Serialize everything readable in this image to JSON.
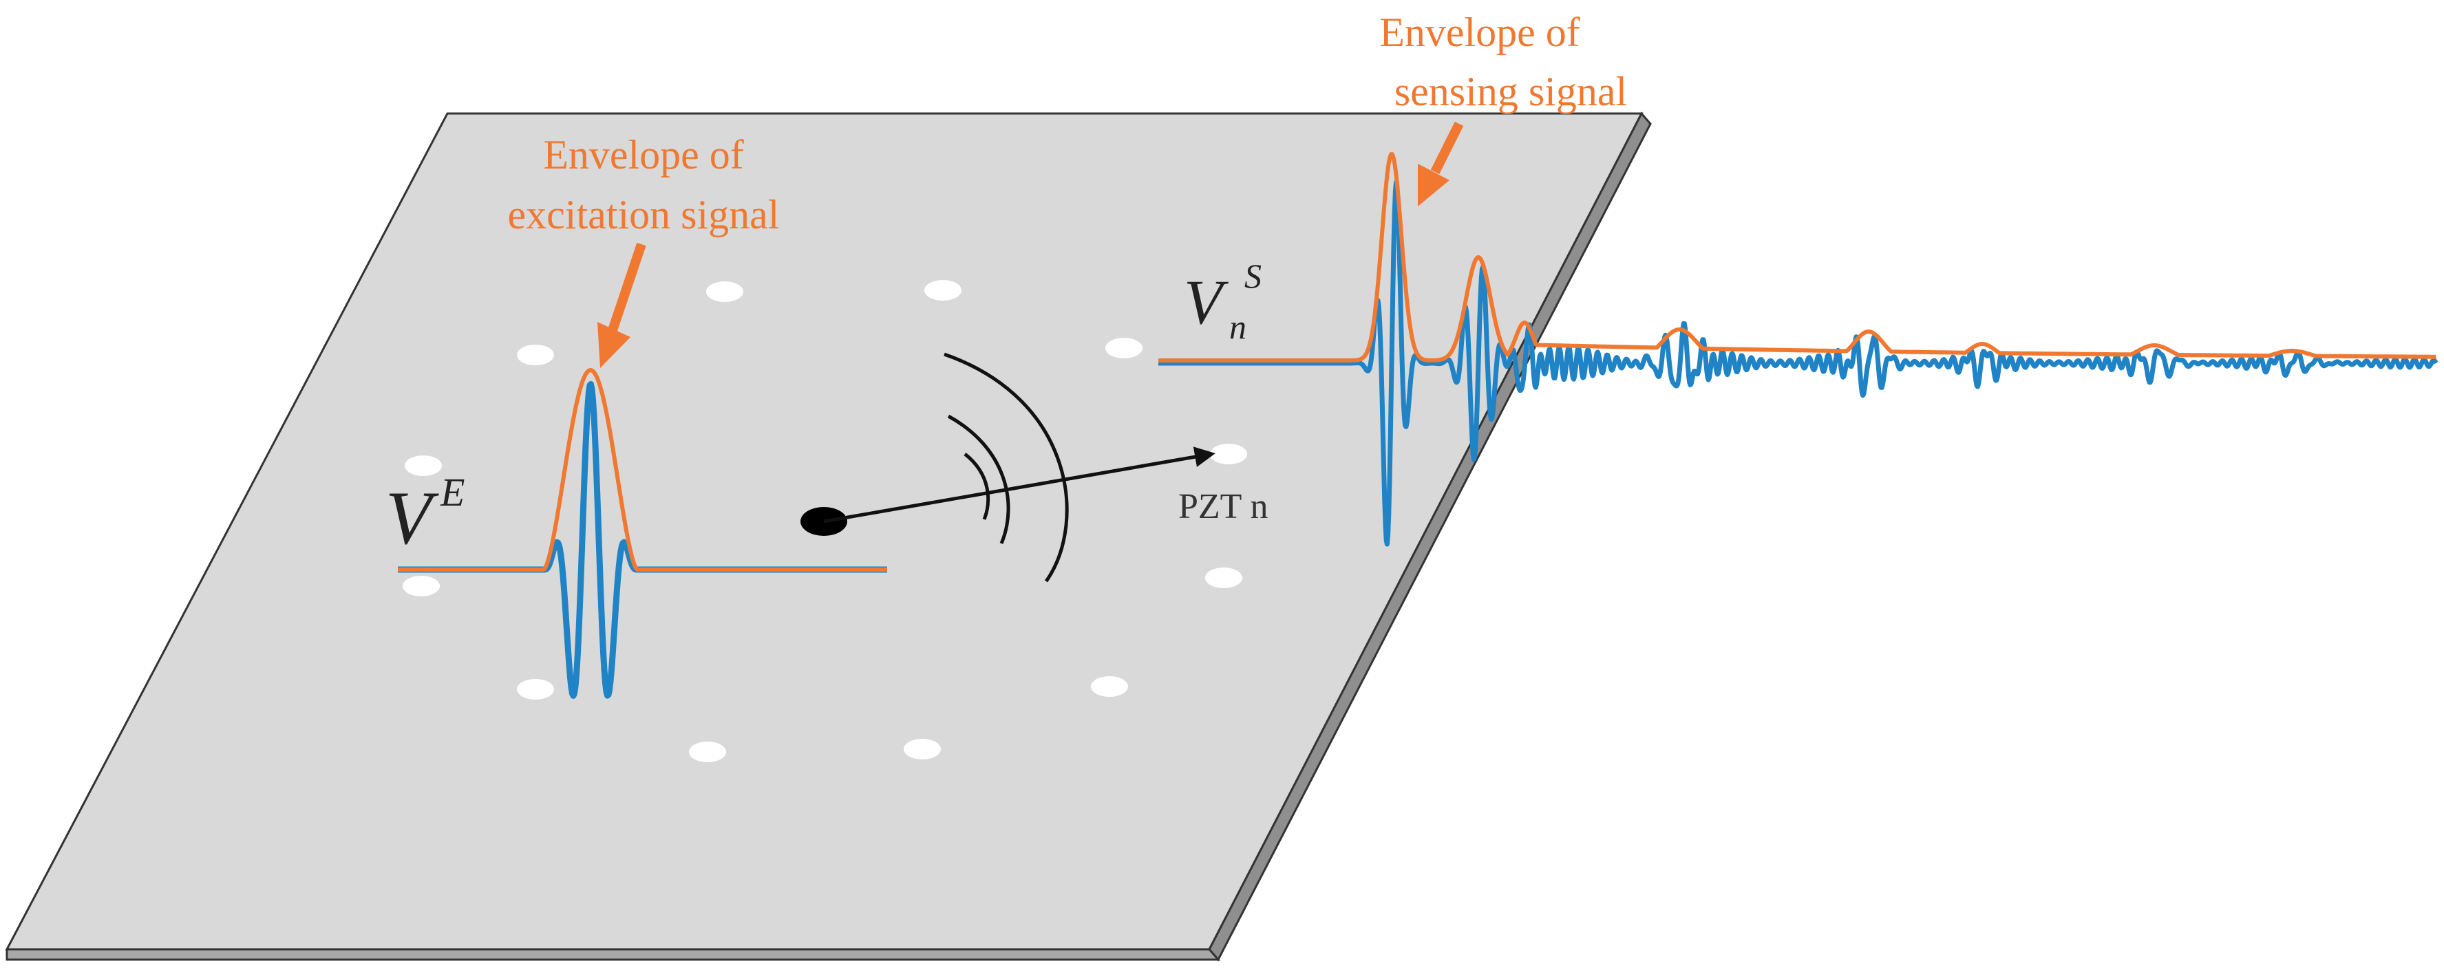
{
  "labels": {
    "excitation_envelope_line1": "Envelope of",
    "excitation_envelope_line2": "excitation signal",
    "sensing_envelope_line1": "Envelope of",
    "sensing_envelope_line2": "sensing signal",
    "excitation_signal_symbol": "V",
    "excitation_signal_superscript": "E",
    "sensing_signal_symbol": "V",
    "sensing_signal_subscript": "n",
    "sensing_signal_superscript": "S",
    "sensor_label": "PZT n"
  },
  "colors": {
    "plate_top": "#d9d9d9",
    "plate_edge": "#9e9e9e",
    "plate_outline": "#333333",
    "sensor_dot": "#ffffff",
    "waveform": "#1f83c6",
    "envelope": "#f07830",
    "annotation": "#f07830",
    "arrow": "#111111",
    "text": "#222222"
  },
  "sensor_count": 12
}
